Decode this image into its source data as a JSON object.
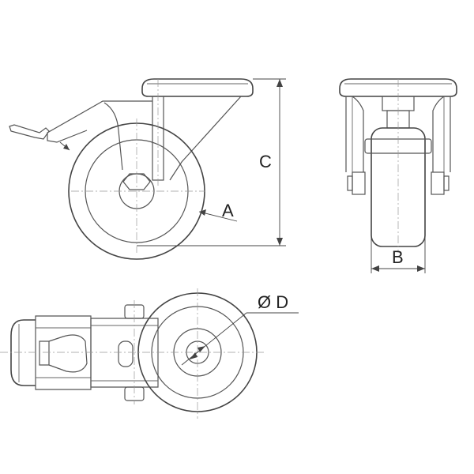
{
  "labels": {
    "a": "A",
    "b": "B",
    "c": "C",
    "d": "Ø D"
  }
}
